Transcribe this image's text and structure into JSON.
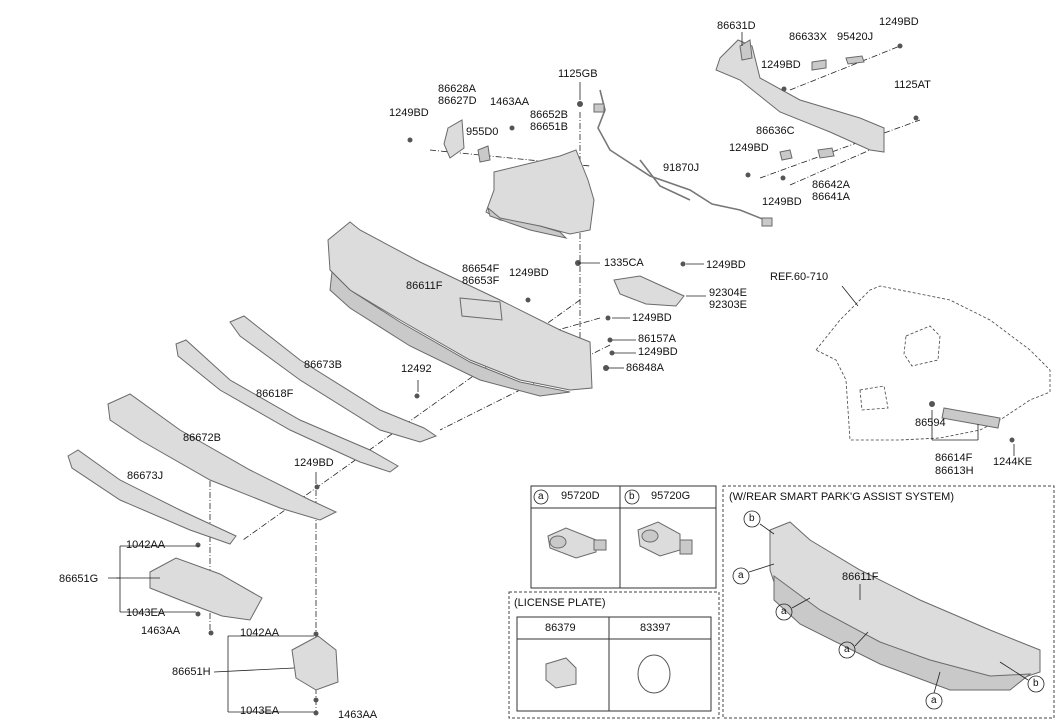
{
  "labels": {
    "p86631D": "86631D",
    "p86633X": "86633X",
    "p95420J": "95420J",
    "p1249BD_a": "1249BD",
    "p1249BD_b": "1249BD",
    "p1125AT": "1125AT",
    "p86636C": "86636C",
    "p1249BD_c": "1249BD",
    "p86642A": "86642A",
    "p86641A": "86641A",
    "p1249BD_d": "1249BD",
    "p91870J": "91870J",
    "p1125GB": "1125GB",
    "p86628A": "86628A",
    "p86627D": "86627D",
    "p1463AA_a": "1463AA",
    "p86652B": "86652B",
    "p86651B": "86651B",
    "p1249BD_e": "1249BD",
    "p955D0": "955D0",
    "p1335CA": "1335CA",
    "p1249BD_f": "1249BD",
    "p86654F": "86654F",
    "p86653F": "86653F",
    "p1249BD_g": "1249BD",
    "p86611F": "86611F",
    "p92304E": "92304E",
    "p92303E": "92303E",
    "p1249BD_h": "1249BD",
    "p86157A": "86157A",
    "p1249BD_i": "1249BD",
    "p86848A": "86848A",
    "p86673B": "86673B",
    "p12492": "12492",
    "p86618F": "86618F",
    "p86672B": "86672B",
    "p1249BD_j": "1249BD",
    "p86673J": "86673J",
    "p1042AA_a": "1042AA",
    "p86651G": "86651G",
    "p1043EA_a": "1043EA",
    "p1463AA_b": "1463AA",
    "p1042AA_b": "1042AA",
    "p86651H": "86651H",
    "p1043EA_b": "1043EA",
    "p1463AA_c": "1463AA",
    "ref": "REF.60-710",
    "p86594": "86594",
    "p86614F": "86614F",
    "p86613H": "86613H",
    "p1244KE": "1244KE"
  },
  "sensor_table": {
    "a_letter": "a",
    "a_part": "95720D",
    "b_letter": "b",
    "b_part": "95720G"
  },
  "license_plate": {
    "title": "(LICENSE PLATE)",
    "col1": "86379",
    "col2": "83397"
  },
  "smart_park": {
    "title": "(W/REAR SMART PARK'G ASSIST SYSTEM)",
    "part": "86611F",
    "callout_a": "a",
    "callout_b": "b"
  }
}
